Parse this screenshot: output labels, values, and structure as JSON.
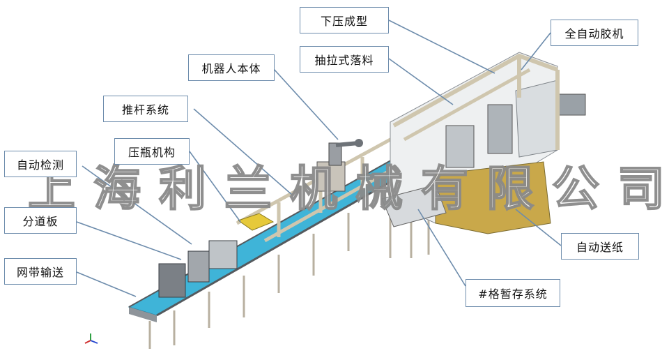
{
  "labels": {
    "press_forming": "下压成型",
    "auto_glue": "全自动胶机",
    "pull_drop": "抽拉式落料",
    "robot_body": "机器人本体",
    "push_rod": "推杆系统",
    "bottle_press": "压瓶机构",
    "auto_detect": "自动检测",
    "divider_plate": "分道板",
    "mesh_belt": "网带输送",
    "auto_paper": "自动送纸",
    "grid_buffer": "#格暂存系统"
  },
  "watermark": "上海利兰机械有限公司",
  "colors": {
    "callout_border": "#6d8cac",
    "leader_line": "#6d8cac",
    "belt_blue": "#3fb4d8",
    "frame_beige": "#d6cdb8",
    "frame_dark": "#555a5e",
    "cabinet_yellow": "#c9a84a"
  }
}
